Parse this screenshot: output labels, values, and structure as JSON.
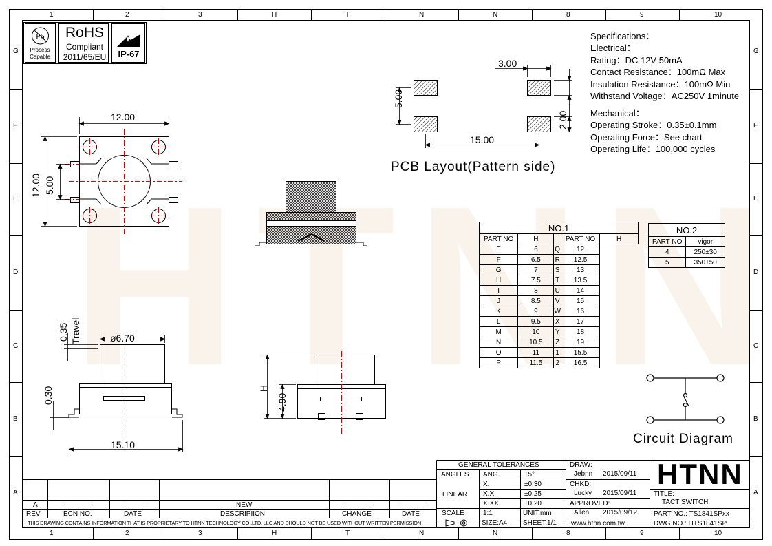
{
  "sheet": {
    "col_labels": [
      "1",
      "2",
      "3",
      "H",
      "T",
      "N",
      "N",
      "8",
      "9",
      "10"
    ],
    "row_labels": [
      "G",
      "F",
      "E",
      "D",
      "C",
      "B",
      "A"
    ],
    "watermark": "HTNN"
  },
  "badges": {
    "pb_line1": "Process",
    "pb_line2": "Capable",
    "rohs_title": "RoHS",
    "rohs_line1": "Compliant",
    "rohs_line2": "2011/65/EU",
    "ip": "IP-67"
  },
  "specs": {
    "heading": "Specifications：",
    "electrical": "Electrical：",
    "rating": "Rating：DC 12V 50mA",
    "contact": "Contact Resistance：100mΩ Max",
    "insulation": "Insulation Resistance：100mΩ Min",
    "withstand": "Withstand Voltage：AC250V 1minute",
    "mechanical": "Mechanical：",
    "stroke": "Operating Stroke：0.35±0.1mm",
    "force": "Operating Force：See chart",
    "life": "Operating Life：100,000 cycles"
  },
  "pcb": {
    "title": "PCB Layout(Pattern side)",
    "d_pad_w": "3.00",
    "d_pad_pitch": "5.00",
    "d_pad_h": "2.00",
    "d_span": "15.00"
  },
  "top_view": {
    "d_width": "12.00",
    "d_height": "12.00",
    "d_pitch": "5.00"
  },
  "side_view": {
    "d_travel": "0.35",
    "travel_label": "Travel",
    "d_stem": "ø6.70",
    "d_base": "0.30",
    "d_length": "15.10",
    "d_h": "H",
    "d_body": "4.90"
  },
  "table1": {
    "title": "NO.1",
    "headers": [
      "PART NO",
      "H",
      "PART NO",
      "H"
    ],
    "rows": [
      [
        "E",
        "6",
        "Q",
        "12"
      ],
      [
        "F",
        "6.5",
        "R",
        "12.5"
      ],
      [
        "G",
        "7",
        "S",
        "13"
      ],
      [
        "H",
        "7.5",
        "T",
        "13.5"
      ],
      [
        "I",
        "8",
        "U",
        "14"
      ],
      [
        "J",
        "8.5",
        "V",
        "15"
      ],
      [
        "K",
        "9",
        "W",
        "16"
      ],
      [
        "L",
        "9.5",
        "X",
        "17"
      ],
      [
        "M",
        "10",
        "Y",
        "18"
      ],
      [
        "N",
        "10.5",
        "Z",
        "19"
      ],
      [
        "O",
        "11",
        "1",
        "15.5"
      ],
      [
        "P",
        "11.5",
        "2",
        "16.5"
      ]
    ]
  },
  "table2": {
    "title": "NO.2",
    "headers": [
      "PART NO",
      "vigor"
    ],
    "rows": [
      [
        "4",
        "250±30"
      ],
      [
        "5",
        "350±50"
      ]
    ]
  },
  "circuit": {
    "title": "Circuit Diagram"
  },
  "title_block": {
    "rev_a": "A",
    "rev_new": "NEW",
    "col_rev": "REV",
    "col_ecn": "ECN NO.",
    "col_date": "DATE",
    "col_desc": "DESCRIPIION",
    "col_change": "CHANGE",
    "col_date2": "DATE",
    "proprietary": "THIS DRAWING CONTAINS INFORMATION THAT IS PROPRIETARY TO HTNN TECHNOLOGY CO.,LTD, LLC AND SHOULD NOT BE USED WITHOUT WRITTEN PERMISSION",
    "tol_title": "GENERAL TOLERANCES",
    "angles": "ANGLES",
    "ang": "ANG.",
    "ang_tol": "±5°",
    "linear": "LINEAR",
    "x1": "X.",
    "x1_tol": "±0.30",
    "x2": "X.X",
    "x2_tol": "±0.25",
    "x3": "X.XX",
    "x3_tol": "±0.20",
    "scale": "SCALE",
    "scale_val": "1:1",
    "unit": "UNIT:mm",
    "size": "SIZE:A4",
    "sheet": "SHEET:1/1",
    "draw": "DRAW:",
    "draw_name": "Jebnn",
    "draw_date": "2015/09/11",
    "chkd": "CHKD:",
    "chkd_name": "Lucky",
    "chkd_date": "2015/09/11",
    "approved": "APPROVED:",
    "appr_name": "Allen",
    "appr_date": "2015/09/12",
    "website": "www.htnn.com.tw",
    "logo": "HTNN",
    "title_label": "TITLE:",
    "title_value": "TACT SWITCH",
    "part_no": "PART NO.: TS1841SPxx",
    "dwg_no": "DWG NO.: HTS1841SP"
  }
}
